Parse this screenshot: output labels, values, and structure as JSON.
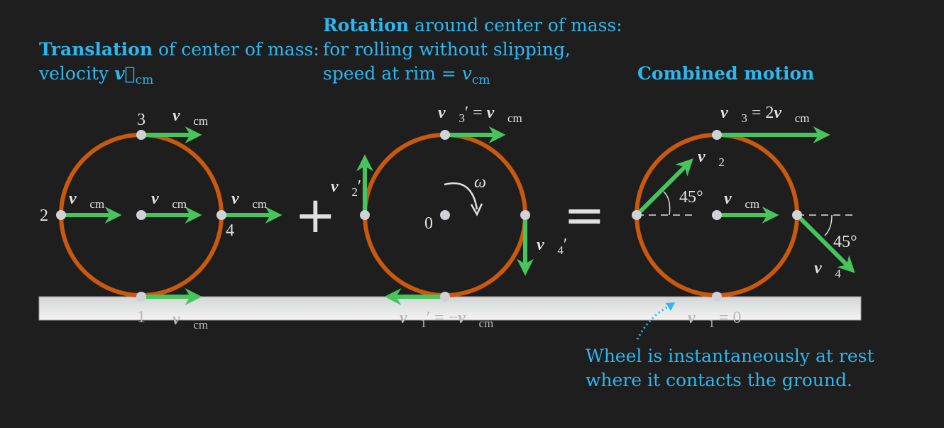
{
  "titles": {
    "translation_bold": "Translation",
    "translation_rest": " of center of mass:",
    "translation_line2": "velocity ",
    "rotation_bold": "Rotation",
    "rotation_rest": " around center of mass:",
    "rotation_line2": "for rolling without slipping,",
    "rotation_line3": "speed at rim = ",
    "combined": "Combined motion"
  },
  "symbols": {
    "v": "v⃗",
    "v_plain": "v",
    "cm": "cm",
    "prime": "′",
    "omega": "ω",
    "plus": "+",
    "equals": "=",
    "eq": " = ",
    "eq_neg": " = −",
    "two": "2",
    "zero": "0",
    "deg45": "45°"
  },
  "points": {
    "p1": "1",
    "p2": "2",
    "p3": "3",
    "p4": "4"
  },
  "subs": {
    "s1": "1",
    "s2": "2",
    "s3": "3",
    "s4": "4"
  },
  "note": {
    "line1": "Wheel is instantaneously at rest",
    "line2": "where it contacts the ground."
  },
  "colors": {
    "accent": "#2db7ef",
    "wheel": "#c8590f",
    "vector": "#48c45c",
    "background": "#1e1e1e"
  }
}
